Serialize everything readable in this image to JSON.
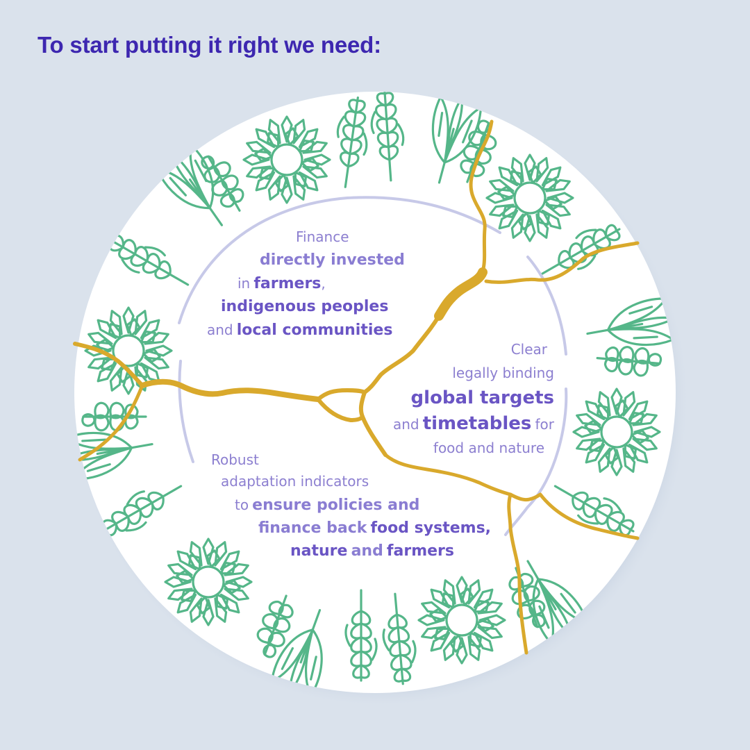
{
  "headline": "To start putting it right we need:",
  "colors": {
    "background": "#dae2ec",
    "headline": "#3d27b0",
    "plate": "#ffffff",
    "plate_shadow": "#b9c6da",
    "inner_ring": "#c7c9e8",
    "plants": "#55b689",
    "crack": "#d9a92c",
    "text_light": "#8c7fd0",
    "text_bold": "#6a55c4"
  },
  "blocks": {
    "finance": {
      "line1": "Finance",
      "line2": "directly invested",
      "line3_a": "in",
      "line3_b": "farmers",
      "line3_c": ",",
      "line4": "indigenous peoples",
      "line5_a": "and",
      "line5_b": "local communities"
    },
    "targets": {
      "line1": "Clear",
      "line2": "legally binding",
      "line3": "global targets",
      "line4_a": "and",
      "line4_b": "timetables",
      "line4_c": "for",
      "line5": "food and nature"
    },
    "robust": {
      "line1": "Robust",
      "line2": "adaptation indicators",
      "line3_a": "to",
      "line3_b": "ensure policies and",
      "line4_a": "finance back",
      "line4_b": "food systems,",
      "line5_a": "nature",
      "line5_b": "and",
      "line5_c": "farmers"
    }
  },
  "decorations": {
    "plant_ring": [
      "sunflower-icon",
      "wheat-icon",
      "leaf-sprig-icon",
      "berry-sprig-icon"
    ],
    "crack": "gold-crack-lines"
  }
}
